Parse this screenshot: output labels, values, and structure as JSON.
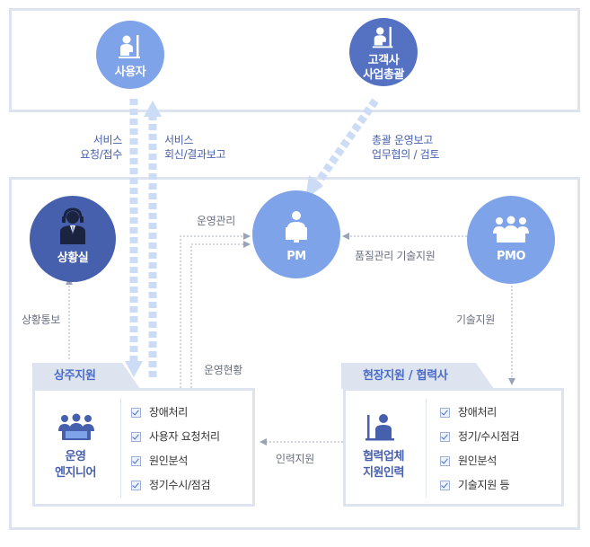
{
  "nodes": {
    "user": "사용자",
    "customer": [
      "고객사",
      "사업총괄"
    ],
    "situation_room": "상황실",
    "pm": "PM",
    "pmo": "PMO"
  },
  "edges": {
    "service_request": [
      "서비스",
      "요청/접수"
    ],
    "service_reply": [
      "서비스",
      "회신/결과보고"
    ],
    "overall_report": [
      "총괄 운영보고",
      "업무협의 / 검토"
    ],
    "ops_management": "운영관리",
    "quality_support": "품질관리 기술지원",
    "situation_notice": "상황통보",
    "tech_support": "기술지원",
    "ops_status": "운영현황",
    "staff_support": "인력지원"
  },
  "left_group": {
    "tab": "상주지원",
    "label": [
      "운영",
      "엔지니어"
    ],
    "items": [
      "장애처리",
      "사용자 요청처리",
      "원인분석",
      "정기수시/점검"
    ]
  },
  "right_group": {
    "tab": "현장지원 / 협력사",
    "label": [
      "협력업체",
      "지원인력"
    ],
    "items": [
      "장애처리",
      "정기/수시점검",
      "원인분석",
      "기술지원 등"
    ]
  },
  "colors": {
    "light_blue": "#7fa3e8",
    "mid_blue": "#5572c2",
    "dark_blue": "#4760ad",
    "arrow": "#cddcf6",
    "frame": "#dde3ef"
  }
}
